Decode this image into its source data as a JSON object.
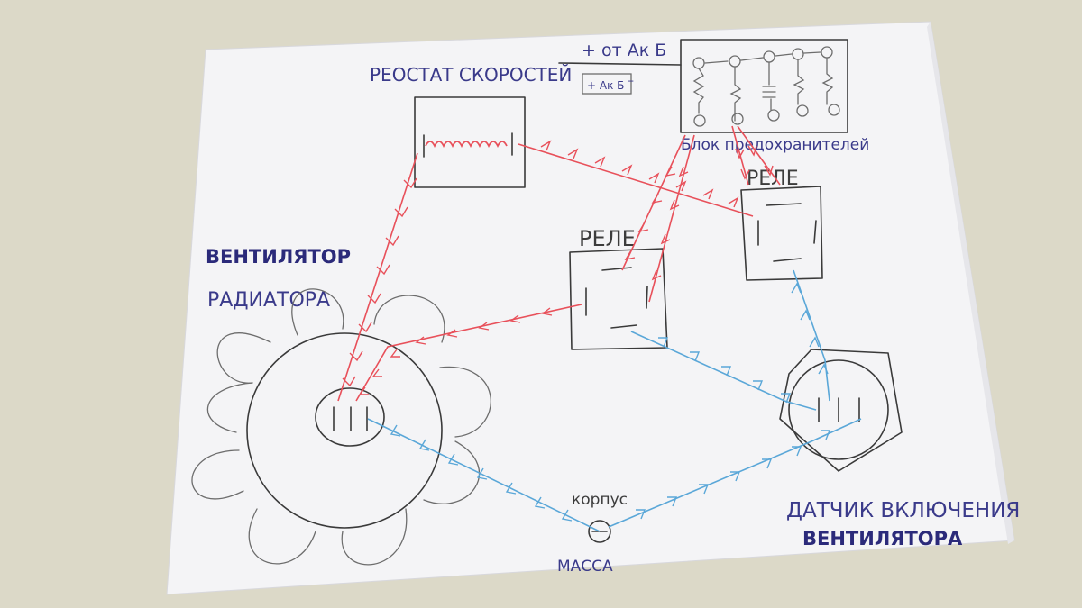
{
  "labels": {
    "rheostat": "РЕОСТАТ СКОРОСТЕЙ",
    "plus_battery": "+ от Ак Б",
    "battery_box": "+ Ак Б ‾",
    "fuse_block": "Блок предохранителей",
    "relay_1": "РЕЛЕ",
    "relay_2": "РЕЛЕ",
    "fan_line1": "ВЕНТИЛЯТОР",
    "fan_line2": "РАДИАТОРА",
    "body": "корпус",
    "ground": "МАССА",
    "sensor_line1": "ДАТЧИК ВКЛЮЧЕНИЯ",
    "sensor_line2": "ВЕНТИЛЯТОРА"
  },
  "colors": {
    "paper": "#f4f4f6",
    "table": "#dcd9c8",
    "pencil": "#3a3a3a",
    "red_wire": "#e8505a",
    "blue_wire": "#5aa7d8",
    "ink": "#2b2a7a"
  }
}
